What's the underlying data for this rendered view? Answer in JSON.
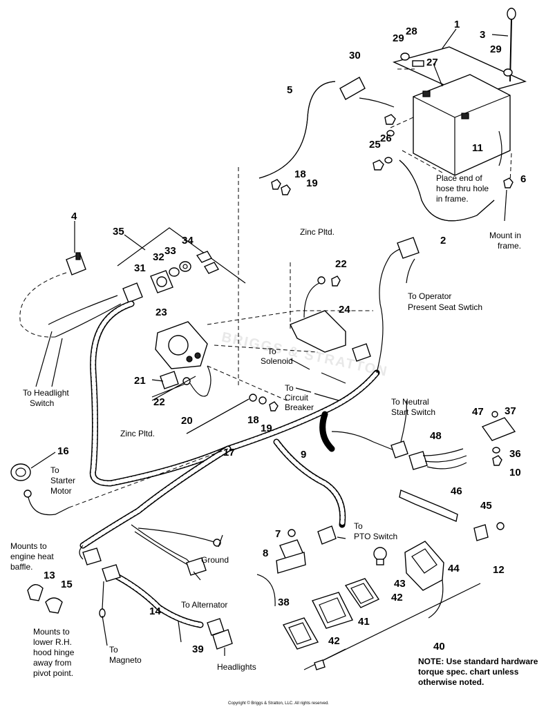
{
  "watermark": "BRIGGS & STRATTON",
  "copyright": "Copyright © Briggs & Stratton, LLC. All rights reserved.",
  "note": {
    "line1": "NOTE: Use standard hardware",
    "line2": "torque spec. chart unless",
    "line3": "otherwise noted."
  },
  "part_numbers": {
    "p1": "1",
    "p2": "2",
    "p3": "3",
    "p4": "4",
    "p5": "5",
    "p6": "6",
    "p7": "7",
    "p8": "8",
    "p9": "9",
    "p10": "10",
    "p11": "11",
    "p12": "12",
    "p13": "13",
    "p14": "14",
    "p15": "15",
    "p16": "16",
    "p17": "17",
    "p18a": "18",
    "p18b": "18",
    "p19a": "19",
    "p19b": "19",
    "p20": "20",
    "p21": "21",
    "p22a": "22",
    "p22b": "22",
    "p23": "23",
    "p24": "24",
    "p25": "25",
    "p26": "26",
    "p27": "27",
    "p28": "28",
    "p29a": "29",
    "p29b": "29",
    "p30": "30",
    "p31": "31",
    "p32": "32",
    "p33": "33",
    "p34": "34",
    "p35": "35",
    "p36": "36",
    "p37": "37",
    "p38": "38",
    "p39": "39",
    "p40": "40",
    "p41": "41",
    "p42a": "42",
    "p42b": "42",
    "p43": "43",
    "p44": "44",
    "p45": "45",
    "p46": "46",
    "p47": "47",
    "p48": "48"
  },
  "callouts": {
    "place_hose": [
      "Place end of",
      "hose thru hole",
      "in frame."
    ],
    "mount_frame": [
      "Mount in",
      "frame."
    ],
    "zinc_plated_top": "Zinc Pltd.",
    "zinc_plated_bottom": "Zinc Pltd.",
    "operator_seat": [
      "To Operator",
      "Present Seat Swtich"
    ],
    "headlight_switch": [
      "To Headlight",
      "Switch"
    ],
    "to_solenoid": [
      "To",
      "Solenoid"
    ],
    "to_circuit_breaker": [
      "To",
      "Circuit",
      "Breaker"
    ],
    "neutral_start": [
      "To Neutral",
      "Start Switch"
    ],
    "starter_motor": [
      "To",
      "Starter",
      "Motor"
    ],
    "engine_heat": [
      "Mounts to",
      "engine heat",
      "baffle."
    ],
    "pto_switch": [
      "To",
      "PTO Switch"
    ],
    "ground": "Ground",
    "alternator": "To Alternator",
    "hood_hinge": [
      "Mounts to",
      "lower R.H.",
      "hood hinge",
      "away from",
      "pivot point."
    ],
    "magneto": [
      "To",
      "Magneto"
    ],
    "headlights": "Headlights"
  }
}
